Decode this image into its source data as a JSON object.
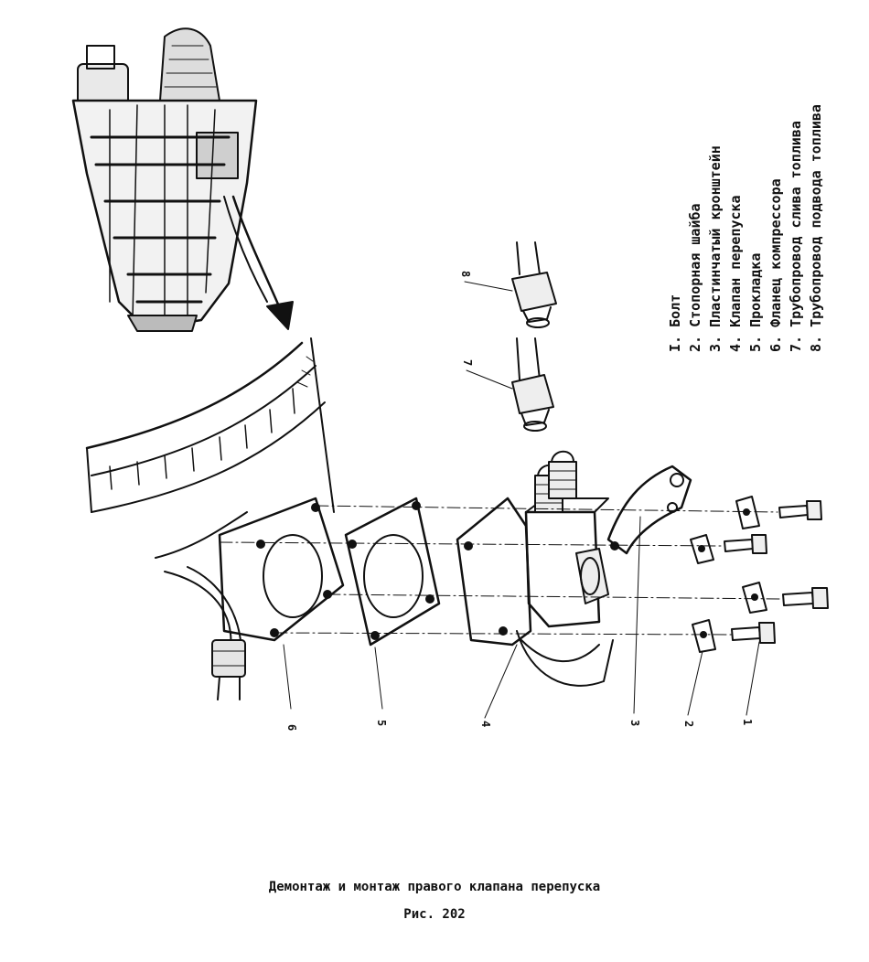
{
  "legend": {
    "items": [
      "I. Болт",
      "2. Стопорная шайба",
      "3. Пластинчатый кронштейн",
      "4. Клапан перепуска",
      "5. Прокладка",
      "6. Фланец компрессора",
      "7. Трубопровод слива топлива",
      "8. Трубопровод подвода топлива"
    ]
  },
  "callouts": [
    "1",
    "2",
    "3",
    "4",
    "5",
    "6",
    "7",
    "8"
  ],
  "caption": {
    "title": "Демонтаж и монтаж правого клапана перепуска",
    "figure": "Рис. 202"
  },
  "colors": {
    "ink": "#111111",
    "paper": "#ffffff"
  }
}
